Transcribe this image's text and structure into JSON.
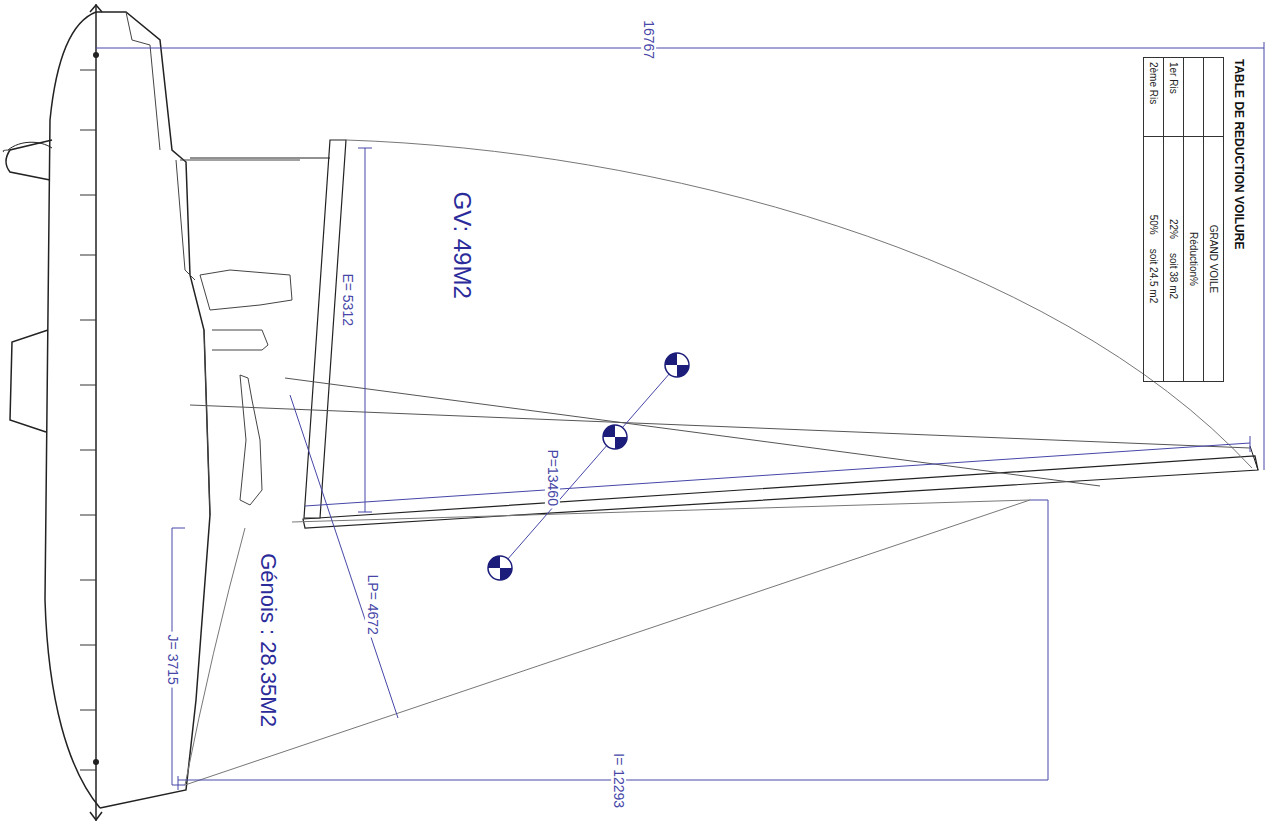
{
  "diagram": {
    "labels": [
      "16767",
      "TABLE DE REDUCTION VOILURE",
      "GRAND VOILE",
      "Réduction%",
      "1er Ris",
      "22%",
      "soit 38 m2",
      "2ème Ris",
      "50%",
      "soit 24.5 m2",
      "GV: 49M2",
      "E= 5312",
      "P=13460",
      "LP= 4672",
      "Génois : 28.35M2",
      "J= 3715",
      "I= 12293"
    ]
  }
}
